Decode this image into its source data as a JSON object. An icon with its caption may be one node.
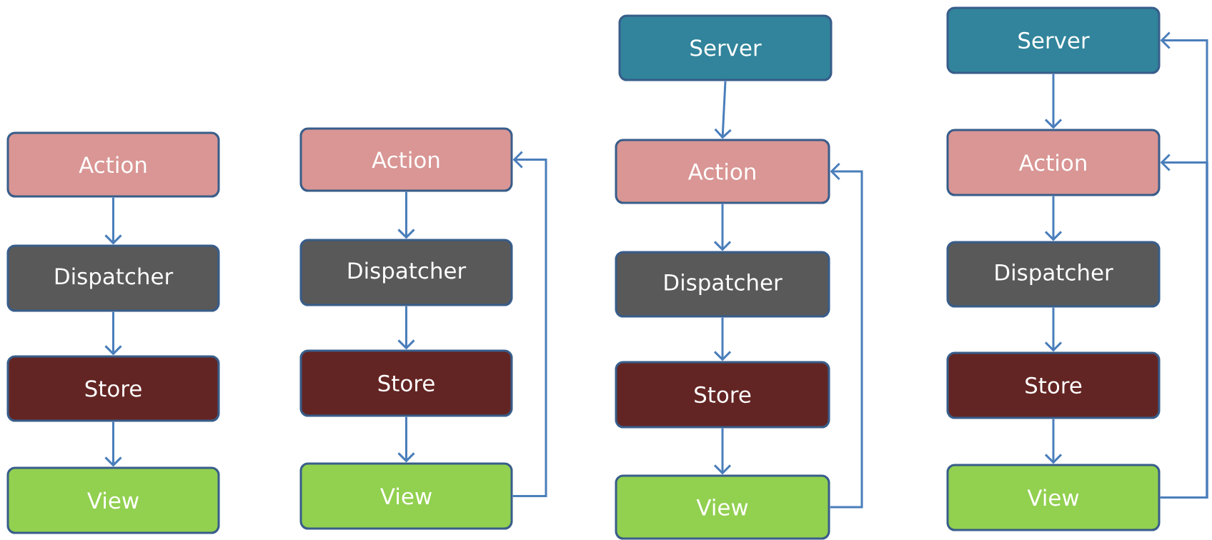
{
  "diagram": {
    "nodes": [
      {
        "text": [
          "Action"
        ]
      },
      {
        "text": [
          "Dispatcher"
        ]
      },
      {
        "text": [
          "Store"
        ]
      },
      {
        "text": [
          "View"
        ]
      },
      {
        "text": [
          "Action"
        ]
      },
      {
        "text": [
          "Dispatcher"
        ]
      },
      {
        "text": [
          "Store"
        ]
      },
      {
        "text": [
          "View"
        ]
      },
      {
        "text": [
          "Server"
        ]
      },
      {
        "text": [
          "Action"
        ]
      },
      {
        "text": [
          "Dispatcher"
        ]
      },
      {
        "text": [
          "Store"
        ]
      },
      {
        "text": [
          "View"
        ]
      },
      {
        "text": [
          "Server"
        ]
      },
      {
        "text": [
          "Action"
        ]
      },
      {
        "text": [
          "Dispatcher"
        ]
      },
      {
        "text": [
          "Store"
        ]
      },
      {
        "text": [
          "View"
        ]
      }
    ],
    "edges": [
      {
        "from": 0,
        "to": 1,
        "arrow": "to"
      },
      {
        "from": 1,
        "to": 2,
        "arrow": "to"
      },
      {
        "from": 2,
        "to": 3,
        "arrow": "to"
      },
      {
        "from": 4,
        "to": 5,
        "arrow": "to"
      },
      {
        "from": 5,
        "to": 6,
        "arrow": "to"
      },
      {
        "from": 6,
        "to": 7,
        "arrow": "to"
      },
      {
        "from": 7,
        "to": 4,
        "arrow": "to"
      },
      {
        "from": 8,
        "to": 9,
        "arrow": "to"
      },
      {
        "from": 9,
        "to": 10,
        "arrow": "to"
      },
      {
        "from": 10,
        "to": 11,
        "arrow": "to"
      },
      {
        "from": 11,
        "to": 12,
        "arrow": "to"
      },
      {
        "from": 12,
        "to": 9,
        "arrow": "to"
      },
      {
        "from": 13,
        "to": 14,
        "arrow": "to"
      },
      {
        "from": 14,
        "to": 15,
        "arrow": "to"
      },
      {
        "from": 15,
        "to": 16,
        "arrow": "to"
      },
      {
        "from": 16,
        "to": 17,
        "arrow": "to"
      },
      {
        "from": 17,
        "to": 13,
        "arrow": "to"
      },
      {
        "from": 17,
        "to": 14,
        "arrow": "to"
      }
    ]
  }
}
